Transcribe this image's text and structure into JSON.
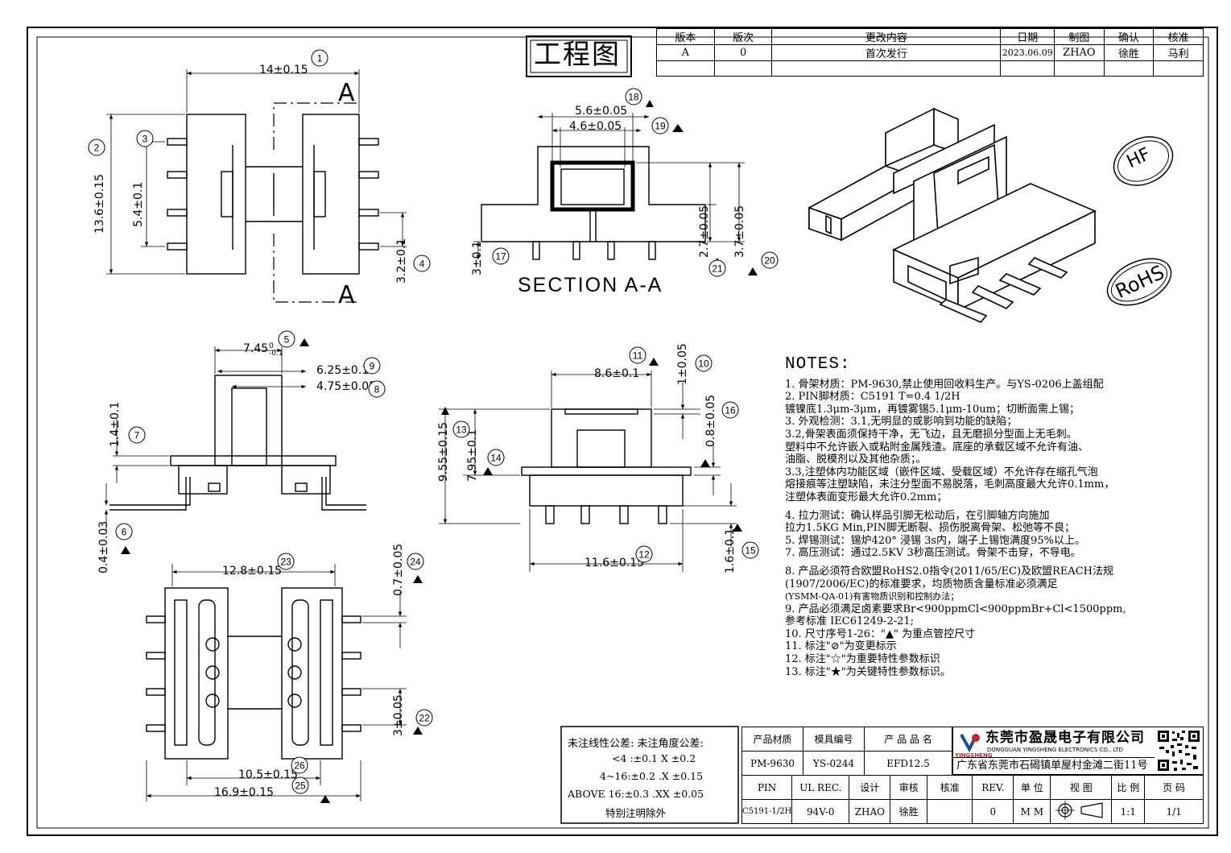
{
  "title_box": {
    "label": "工程图"
  },
  "revision_table": {
    "headers": [
      "版本",
      "版次",
      "更改内容",
      "日期",
      "制图",
      "确认",
      "核准"
    ],
    "row": [
      "A",
      "0",
      "首次发行",
      "2023.06.09",
      "ZHAO",
      "徐胜",
      "马利"
    ]
  },
  "top_view": {
    "dim_width": "14±0.15",
    "dim_height": "13.6±0.15",
    "dim_inner": "5.4±0.1",
    "dim_pin_pitch": "3.2±0.1",
    "section_mark": "A",
    "callouts": [
      "1",
      "2",
      "3",
      "4"
    ]
  },
  "section_view": {
    "dim_outer": "5.6±0.05",
    "dim_inner": "4.6±0.05",
    "dim_h1": "2.7±0.05",
    "dim_h2": "3.7±0.05",
    "dim_pin": "3±0.1",
    "label": "SECTION A-A",
    "callouts": [
      "18",
      "19",
      "17",
      "21",
      "20"
    ]
  },
  "side_view": {
    "dim_top": "7.45",
    "dim_top_tol_up": "0",
    "dim_top_tol_dn": "-0.1",
    "dim_mid1": "6.25±0.1",
    "dim_mid2": "4.75±0.05",
    "dim_flange": "1.4±0.1",
    "dim_pin_th": "0.4±0.03",
    "callouts": [
      "5",
      "9",
      "8",
      "7",
      "6"
    ]
  },
  "front_view": {
    "dim_top": "8.6±0.1",
    "dim_top_th": "1±0.05",
    "dim_total_h": "9.55±0.15",
    "dim_body_h": "7.95±0.1",
    "dim_step": "0.8±0.05",
    "dim_base": "11.6±0.15",
    "dim_pin_len": "1.6±0.1",
    "callouts": [
      "11",
      "10",
      "16",
      "13",
      "14",
      "12",
      "15"
    ]
  },
  "bottom_view": {
    "dim_top": "12.8±0.15",
    "dim_pin_w": "0.7±0.05",
    "dim_pitch": "3±0.05",
    "dim_inner": "10.5±0.15",
    "dim_outer": "16.9±0.15",
    "callouts": [
      "23",
      "24",
      "22",
      "26",
      "25"
    ]
  },
  "stamps": {
    "hf": "HF",
    "rohs": "RoHS"
  },
  "notes": {
    "title": "NOTES:",
    "lines": [
      "1.  骨架材质：PM-9630,禁止使用回收料生产。与YS-0206上盖组配",
      "2.  PIN脚材质：C5191   T=0.4 1/2H",
      "     镀镍底1.3μm-3μm，再镀雾锡5.1μm-10um；切断面需上锡；",
      "3.  外观检测：3.1,无明显的或影响到功能的缺陷；",
      "      3.2,骨架表面须保持干净，无飞边，且无磨损分型面上无毛刺。",
      "      塑料中不允许嵌入或粘附金属残渣。底座的承载区域不允许有油、",
      "      油脂、脱模剂以及其他杂质；。",
      "      3.3,注塑体内功能区域（嵌件区域、受载区域）不允许存在缩孔气泡",
      "      熔接痕等注塑缺陷，未注分型面不易脱落，毛刺高度最大允许0.1mm，",
      "      注塑体表面变形最大允许0.2mm；",
      "4.  拉力测试：确认样品引脚无松动后，在引脚轴方向施加",
      "      拉力1.5KG Min,PIN脚无断裂、损伤脱离骨架、松弛等不良；",
      "5.  焊锡测试：锡炉420° 浸锡 3s内，端子上锡饱满度95%以上。",
      "7.  高压测试：通过2.5KV 3秒高压测试。骨架不击穿，不导电。",
      "8.  产品必须符合欧盟RoHS2.0指令(2011/65/EC)及欧盟REACH法规",
      "     (1907/2006/EC)的标准要求，均质物质含量标准必须满足",
      "     (YSMM-QA-01)有害物质识别和控制办法；",
      "9.  产品必须满足卤素要求Br<900ppmCl<900ppmBr+Cl<1500ppm,",
      "     参考标准 IEC61249-2-21;",
      "10. 尺寸序号1-26：\"▲\" 为重点管控尺寸",
      "11. 标注\"⊘\"为变更标示",
      "12. 标注\"☆\"为重要特性参数标识",
      "13. 标注\"★\"为关键特性参数标识。"
    ]
  },
  "tolerance_block": {
    "lines": [
      "未注线性公差:   未注角度公差:",
      "<4 :±0.1   X ±0.2",
      "4~16:±0.2  .X ±0.15",
      "ABOVE 16:±0.3  .XX ±0.05",
      "特别注明除外"
    ]
  },
  "title_block": {
    "header": [
      "产品材质",
      "模具编号",
      "产 品 品 名"
    ],
    "values": [
      "PM-9630",
      "YS-0244",
      "EFD12.5"
    ],
    "row3": [
      "PIN",
      "UL REC.",
      "设计",
      "审核",
      "核准",
      "REV.",
      "单 位",
      "视 图",
      "比 例",
      "页 码"
    ],
    "row4": [
      "C5191-1/2H",
      "94V-0",
      "ZHAO",
      "徐胜",
      "",
      "0",
      "M M",
      "",
      "1:1",
      "1/1"
    ],
    "company_cn": "东莞市盈晟电子有限公司",
    "company_en": "DONGGUAN YINGSHENG ELECTRONICS CO., LTD",
    "address": "广东省东莞市石碣镇单屋村金滩二街11号",
    "brand_mark": "YINGSHENG"
  },
  "colors": {
    "ink": "#000000",
    "paper": "#ffffff",
    "logo_red": "#c0272d",
    "logo_blue": "#1a4f9c"
  }
}
